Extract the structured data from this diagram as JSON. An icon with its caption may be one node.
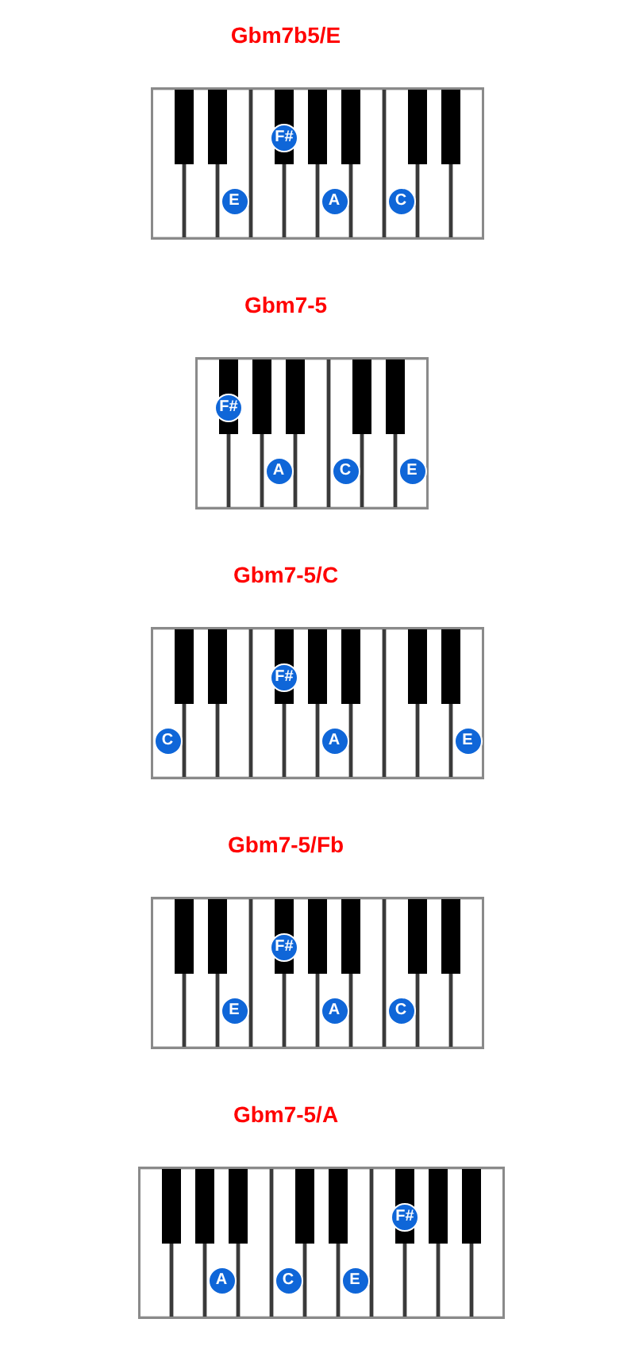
{
  "diagram": {
    "nodes": [
      {
        "text": [
          "Gbm7b5/E"
        ]
      },
      {
        "text": [
          "F#"
        ],
        "in": 0
      },
      {
        "text": [
          "E"
        ],
        "in": 0
      },
      {
        "text": [
          "A"
        ],
        "in": 0
      },
      {
        "text": [
          "C"
        ],
        "in": 0
      },
      {
        "text": [
          "Gbm7-5"
        ]
      },
      {
        "text": [
          "F#"
        ],
        "in": 5
      },
      {
        "text": [
          "A"
        ],
        "in": 5
      },
      {
        "text": [
          "C"
        ],
        "in": 5
      },
      {
        "text": [
          "E"
        ],
        "in": 5
      },
      {
        "text": [
          "Gbm7-5/C"
        ]
      },
      {
        "text": [
          "F#"
        ],
        "in": 10
      },
      {
        "text": [
          "C"
        ],
        "in": 10
      },
      {
        "text": [
          "A"
        ],
        "in": 10
      },
      {
        "text": [
          "E"
        ],
        "in": 10
      },
      {
        "text": [
          "Gbm7-5/Fb"
        ]
      },
      {
        "text": [
          "F#"
        ],
        "in": 15
      },
      {
        "text": [
          "E"
        ],
        "in": 15
      },
      {
        "text": [
          "A"
        ],
        "in": 15
      },
      {
        "text": [
          "C"
        ],
        "in": 15
      },
      {
        "text": [
          "Gbm7-5/A"
        ]
      },
      {
        "text": [
          "F#"
        ],
        "in": 20
      },
      {
        "text": [
          "A"
        ],
        "in": 20
      },
      {
        "text": [
          "C"
        ],
        "in": 20
      },
      {
        "text": [
          "E"
        ],
        "in": 20
      }
    ]
  }
}
